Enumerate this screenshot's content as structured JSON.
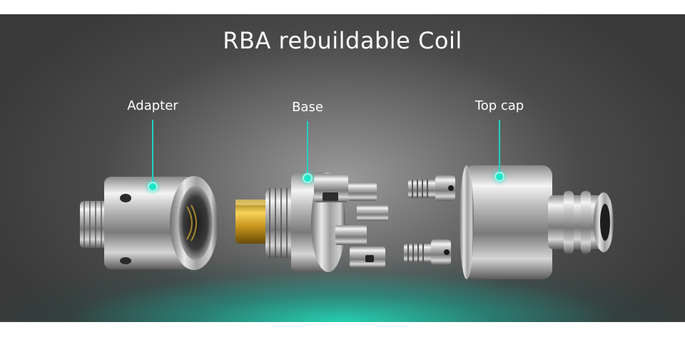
{
  "title": "RBA rebuildable Coil",
  "callouts": {
    "adapter": "Adapter",
    "base": "Base",
    "top_cap": "Top cap"
  },
  "colors": {
    "accent": "#1fd3c0",
    "glow": "#1fe6c4"
  }
}
